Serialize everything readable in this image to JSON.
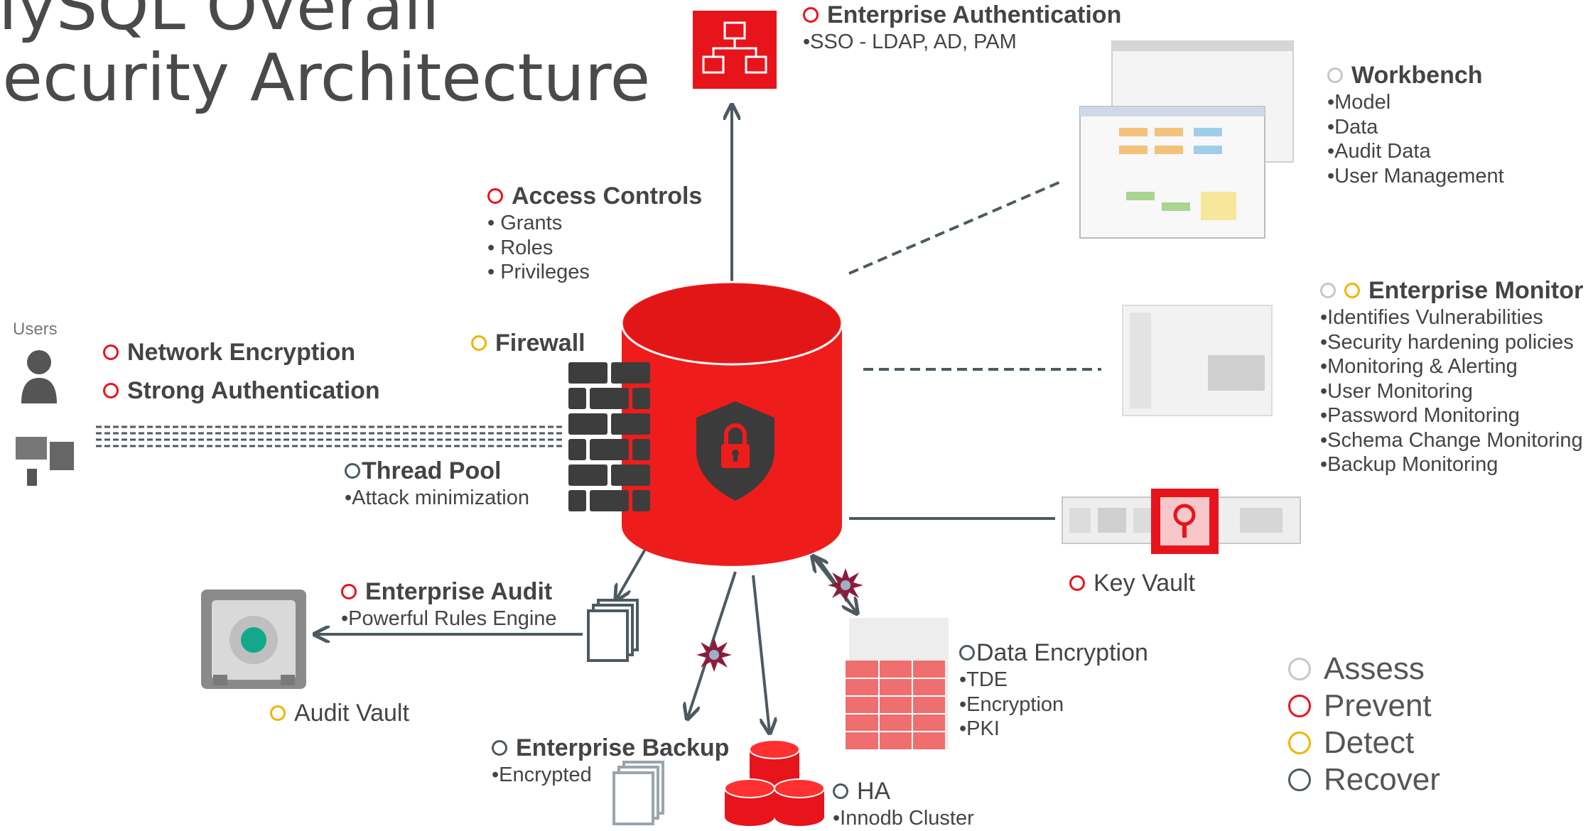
{
  "title": {
    "line1": "MySQL Overall",
    "line2": "Security Architecture"
  },
  "colors": {
    "assess": "#c4c8ca",
    "prevent": "#e8141c",
    "detect": "#f0b400",
    "recover": "#4c5a61"
  },
  "users_label": "Users",
  "enterprise_authentication": {
    "title": "Enterprise Authentication",
    "items": [
      "•SSO - LDAP, AD, PAM"
    ]
  },
  "access_controls": {
    "title": "Access Controls",
    "items": [
      "• Grants",
      "• Roles",
      "• Privileges"
    ]
  },
  "firewall": {
    "title": "Firewall"
  },
  "network": {
    "encryption": "Network Encryption",
    "strong_auth": "Strong Authentication"
  },
  "thread_pool": {
    "title": "Thread Pool",
    "items": [
      "•Attack minimization"
    ]
  },
  "workbench": {
    "title": "Workbench",
    "items": [
      "•Model",
      "•Data",
      "•Audit Data",
      "•User Management"
    ]
  },
  "enterprise_monitor": {
    "title": "Enterprise Monitor",
    "items": [
      "•Identifies Vulnerabilities",
      "•Security hardening policies",
      "•Monitoring & Alerting",
      "•User Monitoring",
      "•Password Monitoring",
      "•Schema Change Monitoring",
      "•Backup Monitoring"
    ]
  },
  "key_vault": {
    "title": "Key Vault"
  },
  "enterprise_audit": {
    "title": "Enterprise Audit",
    "items": [
      "•Powerful Rules Engine"
    ]
  },
  "audit_vault": {
    "title": "Audit Vault"
  },
  "data_encryption": {
    "title": "Data Encryption",
    "items": [
      "•TDE",
      "•Encryption",
      "•PKI"
    ]
  },
  "enterprise_backup": {
    "title": "Enterprise Backup",
    "items": [
      "•Encrypted"
    ]
  },
  "ha": {
    "title": "HA",
    "items": [
      "•Innodb Cluster"
    ]
  },
  "legend": [
    "Assess",
    "Prevent",
    "Detect",
    "Recover"
  ]
}
